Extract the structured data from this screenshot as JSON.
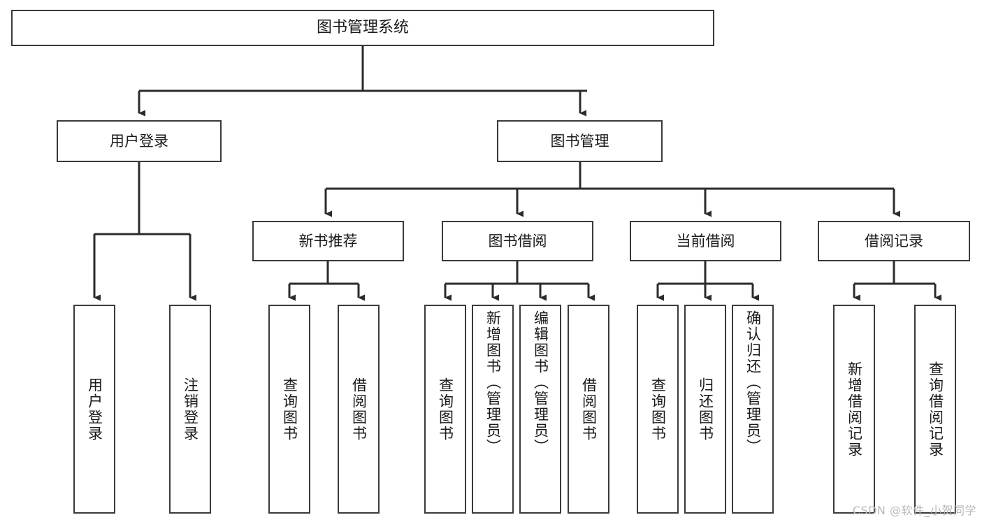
{
  "diagram": {
    "title": "图书管理系统",
    "type": "hierarchy-tree",
    "watermark": "CSDN @软件_小贺同学",
    "colors": {
      "box_border": "#3a3a3a",
      "box_fill": "#ffffff",
      "edge": "#2b2b2b",
      "text": "#1a1a1a",
      "watermark": "#b9b9b9",
      "background": "#ffffff"
    },
    "root": {
      "label": "图书管理系统"
    },
    "level2": [
      {
        "label": "用户登录"
      },
      {
        "label": "图书管理"
      }
    ],
    "level3": [
      {
        "label": "新书推荐"
      },
      {
        "label": "图书借阅"
      },
      {
        "label": "当前借阅"
      },
      {
        "label": "借阅记录"
      }
    ],
    "leaves": {
      "user_login": [
        {
          "label": "用户登录"
        },
        {
          "label": "注销登录"
        }
      ],
      "new_book_recommend": [
        {
          "label": "查询图书"
        },
        {
          "label": "借阅图书"
        }
      ],
      "book_borrow": [
        {
          "label": "查询图书"
        },
        {
          "label": "新增图书（管理员）"
        },
        {
          "label": "编辑图书（管理员）"
        },
        {
          "label": "借阅图书"
        }
      ],
      "current_borrow": [
        {
          "label": "查询图书"
        },
        {
          "label": "归还图书"
        },
        {
          "label": "确认归还（管理员）"
        }
      ],
      "borrow_records": [
        {
          "label": "新增借阅记录"
        },
        {
          "label": "查询借阅记录"
        }
      ]
    }
  }
}
